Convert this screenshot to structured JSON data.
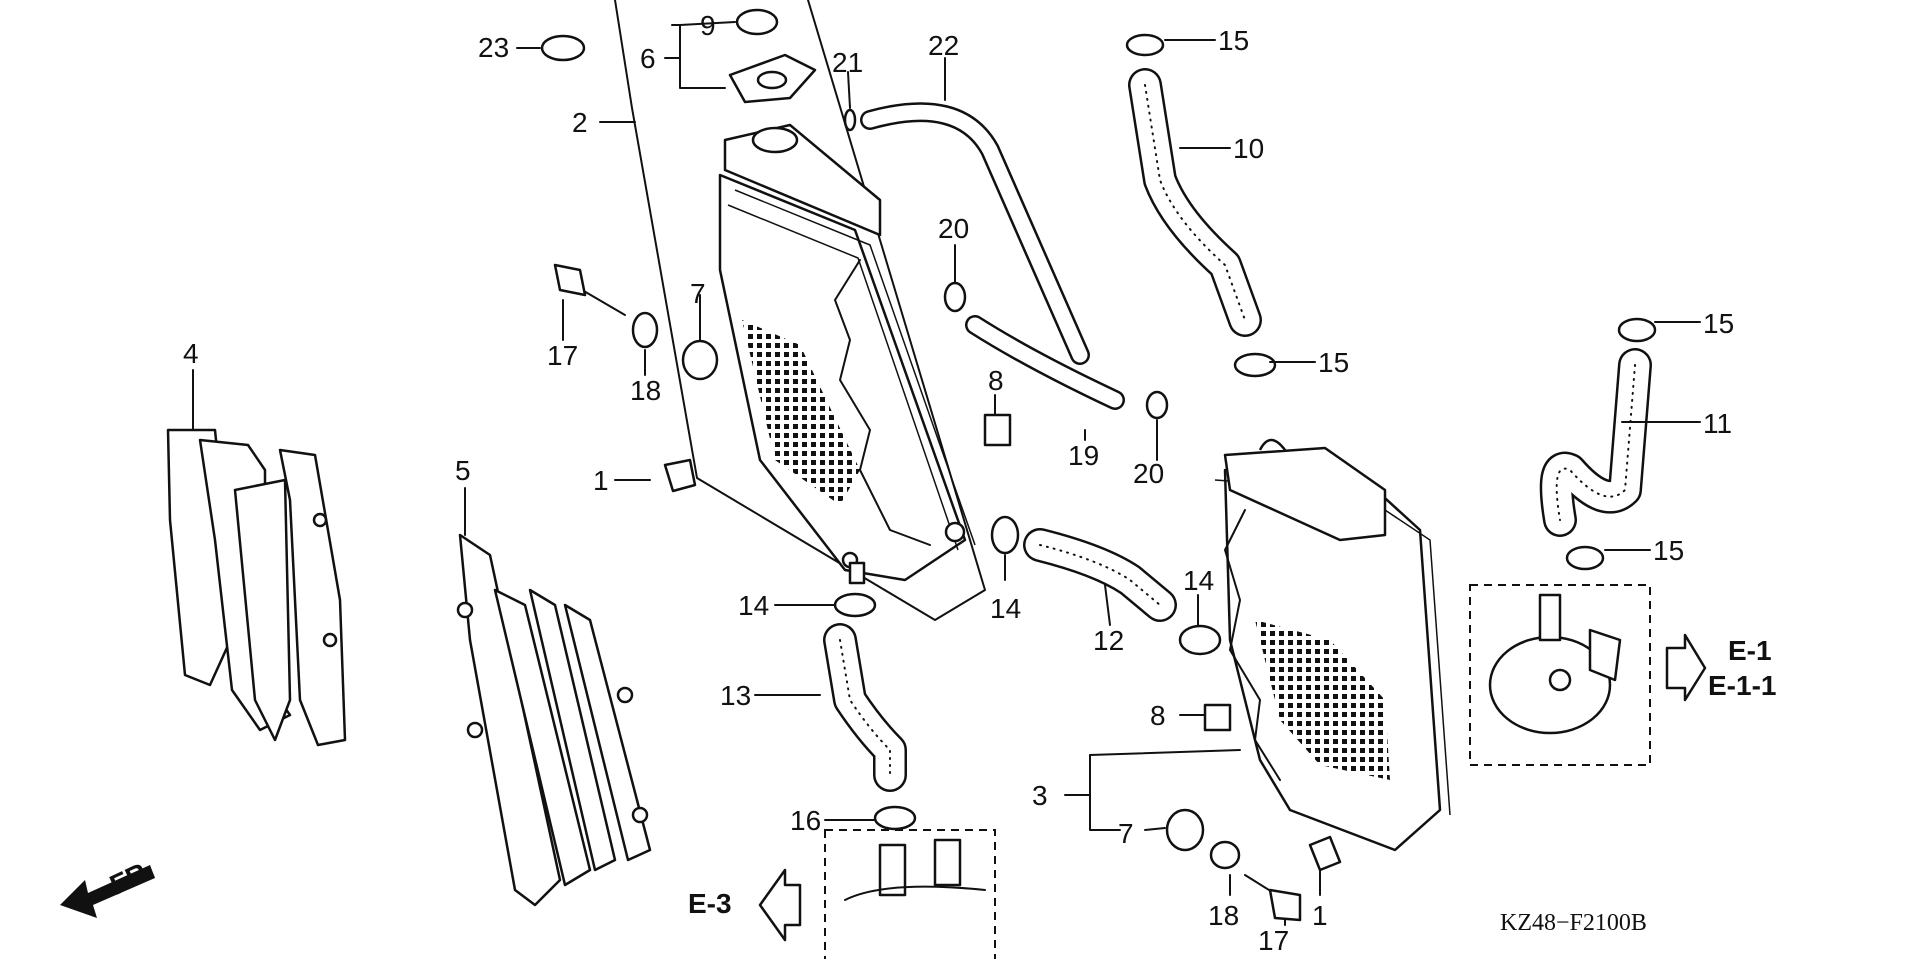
{
  "callouts": {
    "c1a": "1",
    "c1b": "1",
    "c2": "2",
    "c3": "3",
    "c4": "4",
    "c5": "5",
    "c6": "6",
    "c7a": "7",
    "c7b": "7",
    "c8a": "8",
    "c8b": "8",
    "c9": "9",
    "c10": "10",
    "c11": "11",
    "c12": "12",
    "c13": "13",
    "c14a": "14",
    "c14b": "14",
    "c14c": "14",
    "c15a": "15",
    "c15b": "15",
    "c15c": "15",
    "c15d": "15",
    "c16": "16",
    "c17a": "17",
    "c17b": "17",
    "c18a": "18",
    "c18b": "18",
    "c19": "19",
    "c20a": "20",
    "c20b": "20",
    "c21": "21",
    "c22": "22",
    "c23": "23"
  },
  "refs": {
    "e1": "E-1",
    "e11": "E-1-1",
    "e3": "E-3",
    "front": "FR."
  },
  "diagram_code": "KZ48−F2100B"
}
